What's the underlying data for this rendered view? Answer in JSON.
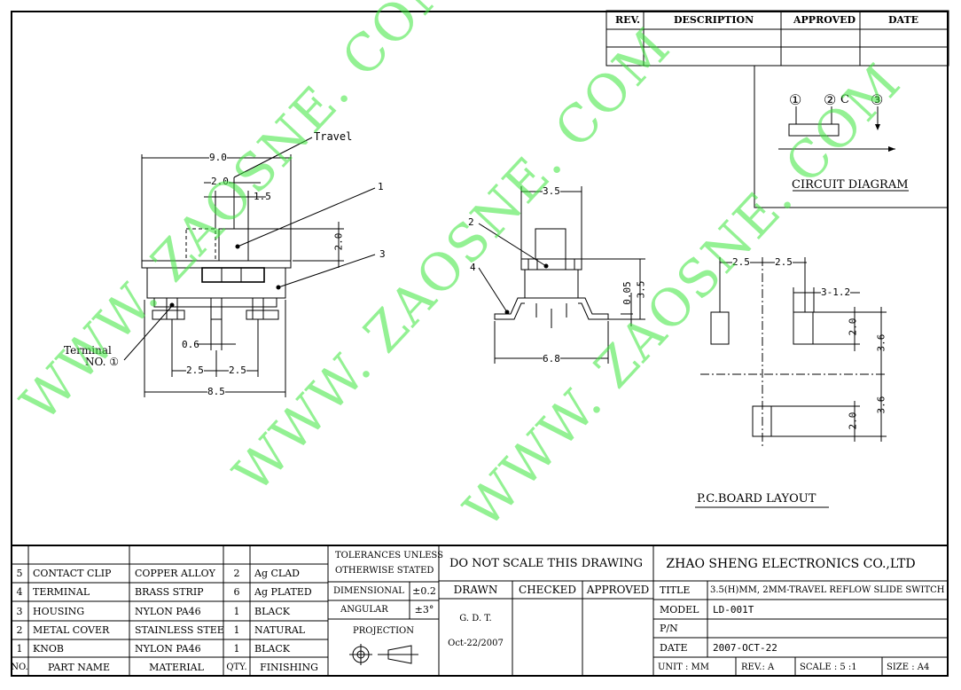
{
  "revision_table": {
    "headers": [
      "REV.",
      "DESCRIPTION",
      "APPROVED",
      "DATE"
    ]
  },
  "circuit_diagram": {
    "title": "CIRCUIT DIAGRAM",
    "pin1": "①",
    "pin2": "②",
    "pin2_suffix": "C",
    "pin3": "③"
  },
  "side_view": {
    "dim_overall_top": "9.0",
    "dim_knob_width": "2.0",
    "dim_knob_gap": "1.5",
    "dim_travel_height": "2.0",
    "travel_label": "Travel",
    "callout_1": "1",
    "callout_3": "3",
    "terminal_label_line1": "Terminal",
    "terminal_label_line2": "NO. ①",
    "dim_terminal_width": "0.6",
    "dim_pitch_left": "2.5",
    "dim_pitch_right": "2.5",
    "dim_overall_bottom": "8.5"
  },
  "end_view": {
    "dim_top": "3.5",
    "callout_2": "2",
    "callout_4": "4",
    "dim_small": "0.05",
    "dim_height": "3.5",
    "dim_bottom": "6.8"
  },
  "pcb_layout": {
    "title": "P.C.BOARD LAYOUT",
    "dim_top_left": "2.5",
    "dim_top_right": "2.5",
    "dim_pad_width": "3-1.2",
    "dim_pad_h_upper": "2.0",
    "dim_pad_h_lower": "2.0",
    "dim_pitch_upper": "3.6",
    "dim_pitch_lower": "3.6"
  },
  "watermark": "WWW. ZAOSNE. COM",
  "bom": {
    "header": [
      "NO.",
      "PART NAME",
      "MATERIAL",
      "QTY.",
      "FINISHING"
    ],
    "rows": [
      {
        "no": "5",
        "part": "CONTACT CLIP",
        "material": "COPPER ALLOY",
        "qty": "2",
        "finish": "Ag CLAD"
      },
      {
        "no": "4",
        "part": "TERMINAL",
        "material": "BRASS STRIP",
        "qty": "6",
        "finish": "Ag PLATED"
      },
      {
        "no": "3",
        "part": "HOUSING",
        "material": "NYLON PA46",
        "qty": "1",
        "finish": "BLACK"
      },
      {
        "no": "2",
        "part": "METAL COVER",
        "material": "STAINLESS STEEL",
        "qty": "1",
        "finish": "NATURAL"
      },
      {
        "no": "1",
        "part": "KNOB",
        "material": "NYLON PA46",
        "qty": "1",
        "finish": "BLACK"
      }
    ]
  },
  "tolerances": {
    "title_line1": "TOLERANCES UNLESS",
    "title_line2": "OTHERWISE STATED",
    "dimensional_label": "DIMENSIONAL",
    "dimensional_value": "±0.2",
    "angular_label": "ANGULAR",
    "angular_value": "±3°",
    "projection_label": "PROJECTION"
  },
  "approval": {
    "note": "DO NOT SCALE THIS DRAWING",
    "drawn_label": "DRAWN",
    "checked_label": "CHECKED",
    "approved_label": "APPROVED",
    "drawn_by": "G. D. T.",
    "drawn_date": "Oct-22/2007"
  },
  "title_block": {
    "company": "ZHAO SHENG ELECTRONICS CO.,LTD",
    "title_label": "TITLE",
    "title_value": "3.5(H)MM, 2MM-TRAVEL REFLOW SLIDE SWITCH",
    "model_label": "MODEL",
    "model_value": "LD-001T",
    "pn_label": "P/N",
    "pn_value": "",
    "date_label": "DATE",
    "date_value": "2007-OCT-22",
    "unit": "UNIT : MM",
    "rev": "REV.: A",
    "scale": "SCALE : 5 :1",
    "size": "SIZE : A4"
  }
}
